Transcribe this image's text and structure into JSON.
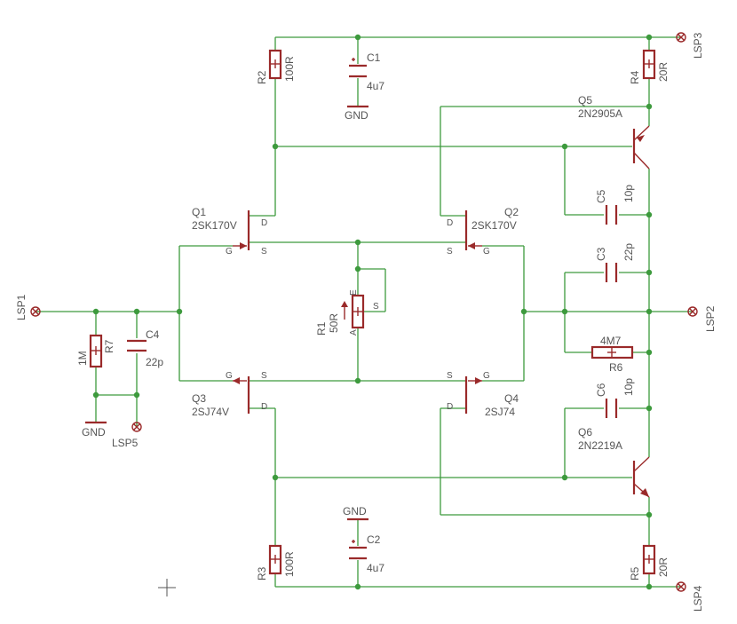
{
  "labels": {
    "r1": "R1",
    "r1_val": "50R",
    "r1_a": "A",
    "r1_e": "E",
    "r1_s": "S",
    "r2": "R2",
    "r2_val": "100R",
    "r3": "R3",
    "r3_val": "100R",
    "r4": "R4",
    "r4_val": "20R",
    "r5": "R5",
    "r5_val": "20R",
    "r6": "R6",
    "r6_val": "4M7",
    "r7": "R7",
    "r7_val": "1M",
    "c1": "C1",
    "c1_val": "4u7",
    "c2": "C2",
    "c2_val": "4u7",
    "c3": "C3",
    "c3_val": "22p",
    "c4": "C4",
    "c4_val": "22p",
    "c5": "C5",
    "c5_val": "10p",
    "c6": "C6",
    "c6_val": "10p",
    "q1": "Q1",
    "q1_val": "2SK170V",
    "q2": "Q2",
    "q2_val": "2SK170V",
    "q3": "Q3",
    "q3_val": "2SJ74V",
    "q4": "Q4",
    "q4_val": "2SJ74",
    "q5": "Q5",
    "q5_val": "2N2905A",
    "q6": "Q6",
    "q6_val": "2N2219A",
    "gnd1": "GND",
    "gnd2": "GND",
    "gnd3": "GND",
    "lsp1": "LSP1",
    "lsp2": "LSP2",
    "lsp3": "LSP3",
    "lsp4": "LSP4",
    "lsp5": "LSP5",
    "pin_g": "G",
    "pin_s": "S",
    "pin_d": "D"
  },
  "colors": {
    "wire": "#3d9a3d",
    "component": "#9a2a2a",
    "text": "#555555"
  },
  "icons": [
    "connector-icon",
    "ground-icon",
    "resistor-icon",
    "capacitor-icon",
    "jfet-icon",
    "bjt-icon",
    "crosshair-icon"
  ]
}
